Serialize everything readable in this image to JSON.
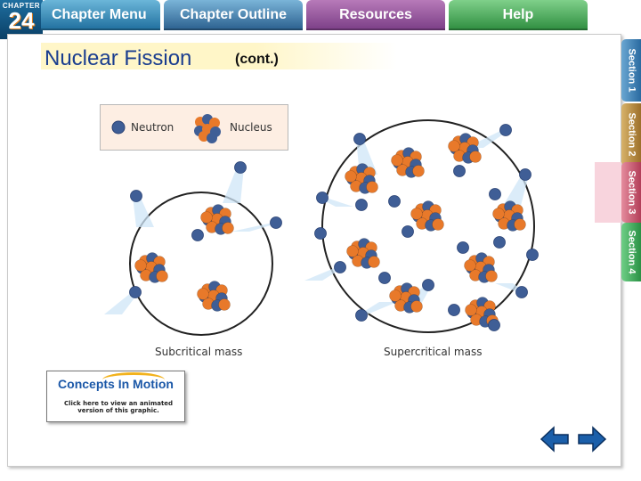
{
  "chapter": {
    "word": "CHAPTER",
    "number": "24"
  },
  "nav": {
    "chapter_menu": "Chapter Menu",
    "chapter_outline": "Chapter Outline",
    "resources": "Resources",
    "help": "Help"
  },
  "page": {
    "title": "Nuclear Fission",
    "subtitle": "(cont.)"
  },
  "sections": [
    "Section 1",
    "Section 2",
    "Section 3",
    "Section 4"
  ],
  "active_section": "Section 3",
  "legend": {
    "neutron": "Neutron",
    "nucleus": "Nucleus"
  },
  "diagram": {
    "subcritical_label": "Subcritical mass",
    "supercritical_label": "Supercritical mass"
  },
  "concepts": {
    "logo": "Concepts In Motion",
    "caption": "Click here to view an animated version of this graphic."
  },
  "colors": {
    "title": "#1a3d8f",
    "neutron": "#3f5e96",
    "proton": "#e8792a",
    "trail": "#cfe6f7"
  },
  "icons": {
    "back": "arrow-left-icon",
    "forward": "arrow-right-icon"
  }
}
